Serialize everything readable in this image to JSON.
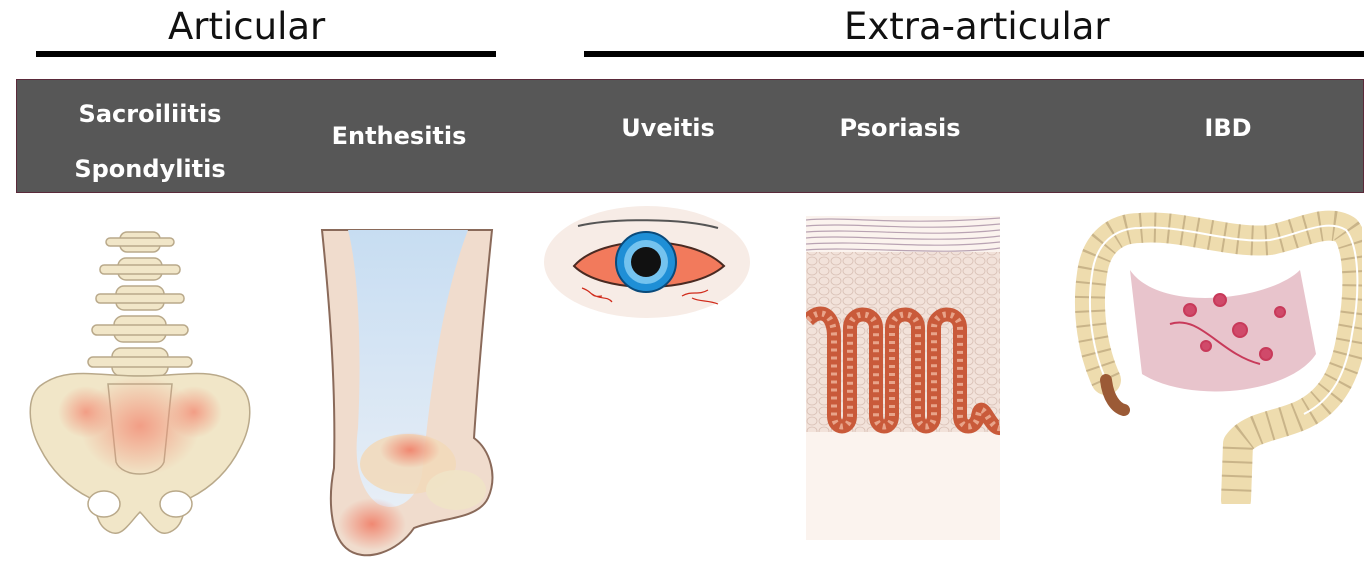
{
  "headers": {
    "articular": "Articular",
    "extra_articular": "Extra-articular"
  },
  "band": {
    "sacroiliitis": "Sacroiliitis",
    "spondylitis": "Spondylitis",
    "enthesitis": "Enthesitis",
    "uveitis": "Uveitis",
    "psoriasis": "Psoriasis",
    "ibd": "IBD"
  },
  "colors": {
    "band": "#575757",
    "bone": "#f1e6c8",
    "inflammation": "#f2917a",
    "iris": "#1f8fd6"
  },
  "illustrations": [
    "spine-pelvis-illustration",
    "heel-achilles-illustration",
    "inflamed-eye-illustration",
    "psoriatic-skin-illustration",
    "colon-illustration"
  ]
}
